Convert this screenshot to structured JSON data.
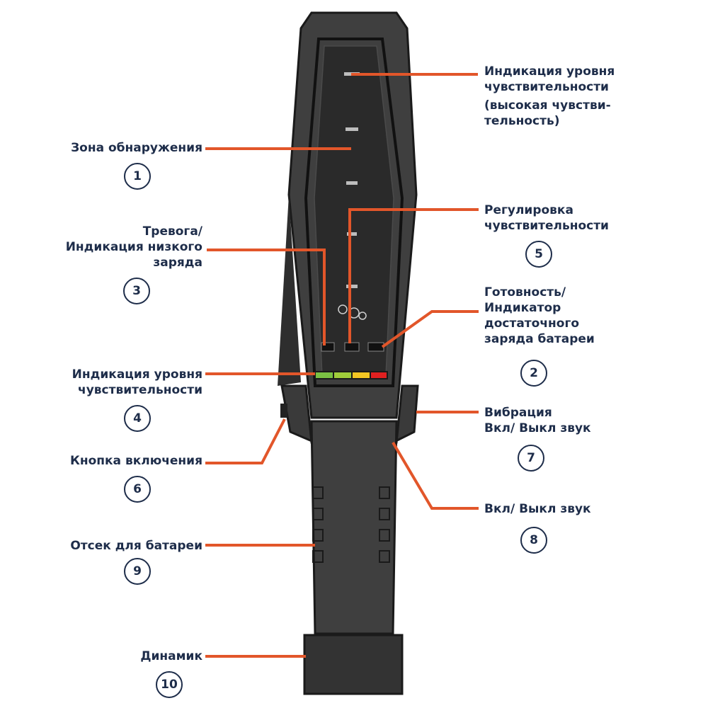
{
  "colors": {
    "callout_line": "#e2562a",
    "label_text": "#1e2d4a",
    "device_body": "#3f3f3f",
    "device_panel": "#262626",
    "led_green": "#7ac143",
    "led_yellow": "#f3c623",
    "led_red": "#e02020"
  },
  "callouts": [
    {
      "id": "sens-high",
      "lines": [
        "Индикация уровня",
        "чувствительности"
      ],
      "sub": [
        "(высокая чувстви-",
        "тельность)"
      ],
      "number": ""
    },
    {
      "id": "zone",
      "lines": [
        "Зона обнаружения"
      ],
      "number": "1"
    },
    {
      "id": "adjust",
      "lines": [
        "Регулировка",
        "чувствительности"
      ],
      "number": "5"
    },
    {
      "id": "alarm",
      "lines": [
        "Тревога/",
        "Индикация низкого",
        "заряда"
      ],
      "number": "3"
    },
    {
      "id": "ready",
      "lines": [
        "Готовность/",
        "Индикатор",
        "достаточного",
        "заряда батареи"
      ],
      "number": "2"
    },
    {
      "id": "sens-level",
      "lines": [
        "Индикация уровня",
        "чувствительности"
      ],
      "number": "4"
    },
    {
      "id": "vibration",
      "lines": [
        "Вибрация",
        "Вкл/ Выкл звук"
      ],
      "number": "7"
    },
    {
      "id": "power",
      "lines": [
        "Кнопка включения"
      ],
      "number": "6"
    },
    {
      "id": "sound",
      "lines": [
        "Вкл/ Выкл звук"
      ],
      "number": "8"
    },
    {
      "id": "battery",
      "lines": [
        "Отсек для батареи"
      ],
      "number": "9"
    },
    {
      "id": "speaker",
      "lines": [
        "Динамик"
      ],
      "number": "10"
    }
  ]
}
